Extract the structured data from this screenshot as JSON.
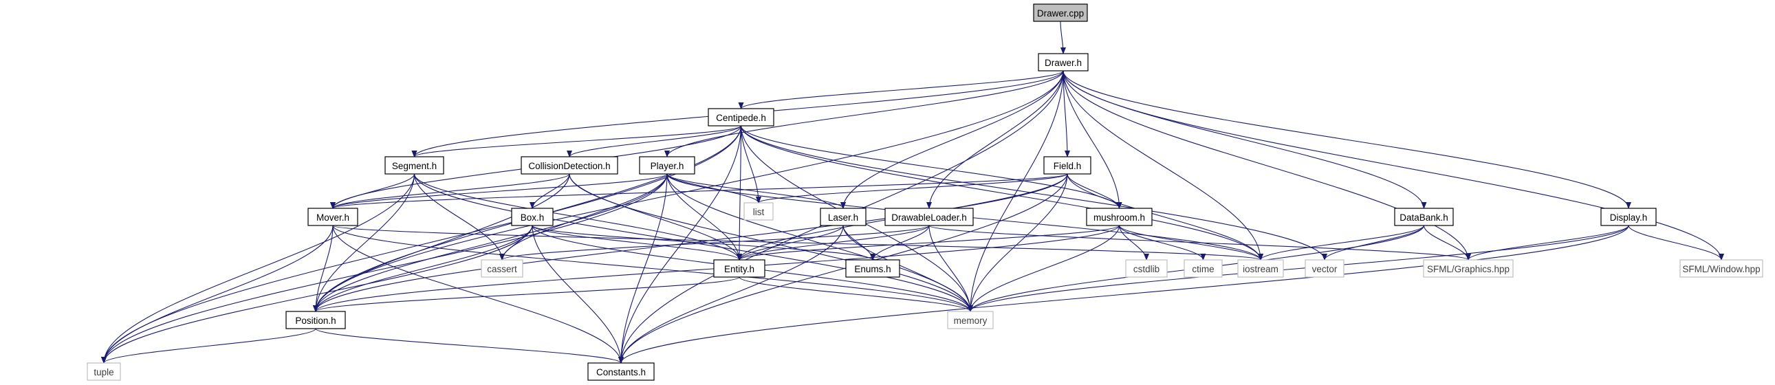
{
  "diagram": {
    "title": "",
    "edge_color": "#1a1a6e",
    "focus_fill": "#bfbfbf",
    "system_border": "#bfbfbf",
    "nodes": [
      {
        "id": "drawer_cpp",
        "label": "Drawer.cpp",
        "kind": "focus"
      },
      {
        "id": "drawer_h",
        "label": "Drawer.h",
        "kind": "local"
      },
      {
        "id": "centipede_h",
        "label": "Centipede.h",
        "kind": "local"
      },
      {
        "id": "segment_h",
        "label": "Segment.h",
        "kind": "local"
      },
      {
        "id": "collision_h",
        "label": "CollisionDetection.h",
        "kind": "local"
      },
      {
        "id": "player_h",
        "label": "Player.h",
        "kind": "local"
      },
      {
        "id": "field_h",
        "label": "Field.h",
        "kind": "local"
      },
      {
        "id": "mover_h",
        "label": "Mover.h",
        "kind": "local"
      },
      {
        "id": "box_h",
        "label": "Box.h",
        "kind": "local"
      },
      {
        "id": "laser_h",
        "label": "Laser.h",
        "kind": "local"
      },
      {
        "id": "drawableloader_h",
        "label": "DrawableLoader.h",
        "kind": "local"
      },
      {
        "id": "mushroom_h",
        "label": "mushroom.h",
        "kind": "local"
      },
      {
        "id": "databank_h",
        "label": "DataBank.h",
        "kind": "local"
      },
      {
        "id": "display_h",
        "label": "Display.h",
        "kind": "local"
      },
      {
        "id": "list",
        "label": "list",
        "kind": "system"
      },
      {
        "id": "cassert",
        "label": "cassert",
        "kind": "system"
      },
      {
        "id": "entity_h",
        "label": "Entity.h",
        "kind": "local"
      },
      {
        "id": "enums_h",
        "label": "Enums.h",
        "kind": "local"
      },
      {
        "id": "cstdlib",
        "label": "cstdlib",
        "kind": "system"
      },
      {
        "id": "ctime",
        "label": "ctime",
        "kind": "system"
      },
      {
        "id": "iostream",
        "label": "iostream",
        "kind": "system"
      },
      {
        "id": "vector",
        "label": "vector",
        "kind": "system"
      },
      {
        "id": "sfml_graphics",
        "label": "SFML/Graphics.hpp",
        "kind": "system"
      },
      {
        "id": "sfml_window",
        "label": "SFML/Window.hpp",
        "kind": "system"
      },
      {
        "id": "position_h",
        "label": "Position.h",
        "kind": "local"
      },
      {
        "id": "memory",
        "label": "memory",
        "kind": "system"
      },
      {
        "id": "tuple",
        "label": "tuple",
        "kind": "system"
      },
      {
        "id": "constants_h",
        "label": "Constants.h",
        "kind": "local"
      }
    ],
    "edges": [
      [
        "drawer_cpp",
        "drawer_h"
      ],
      [
        "drawer_h",
        "centipede_h"
      ],
      [
        "drawer_h",
        "segment_h"
      ],
      [
        "drawer_h",
        "player_h"
      ],
      [
        "drawer_h",
        "field_h"
      ],
      [
        "drawer_h",
        "laser_h"
      ],
      [
        "drawer_h",
        "drawableloader_h"
      ],
      [
        "drawer_h",
        "mushroom_h"
      ],
      [
        "drawer_h",
        "databank_h"
      ],
      [
        "drawer_h",
        "display_h"
      ],
      [
        "drawer_h",
        "iostream"
      ],
      [
        "drawer_h",
        "sfml_graphics"
      ],
      [
        "drawer_h",
        "sfml_window"
      ],
      [
        "drawer_h",
        "position_h"
      ],
      [
        "drawer_h",
        "memory"
      ],
      [
        "drawer_h",
        "constants_h"
      ],
      [
        "centipede_h",
        "segment_h"
      ],
      [
        "centipede_h",
        "collision_h"
      ],
      [
        "centipede_h",
        "mover_h"
      ],
      [
        "centipede_h",
        "list"
      ],
      [
        "centipede_h",
        "entity_h"
      ],
      [
        "centipede_h",
        "mushroom_h"
      ],
      [
        "centipede_h",
        "iostream"
      ],
      [
        "centipede_h",
        "vector"
      ],
      [
        "centipede_h",
        "memory"
      ],
      [
        "centipede_h",
        "position_h"
      ],
      [
        "centipede_h",
        "tuple"
      ],
      [
        "centipede_h",
        "constants_h"
      ],
      [
        "segment_h",
        "mover_h"
      ],
      [
        "segment_h",
        "cassert"
      ],
      [
        "segment_h",
        "entity_h"
      ],
      [
        "segment_h",
        "tuple"
      ],
      [
        "segment_h",
        "position_h"
      ],
      [
        "segment_h",
        "memory"
      ],
      [
        "collision_h",
        "box_h"
      ],
      [
        "collision_h",
        "mover_h"
      ],
      [
        "collision_h",
        "entity_h"
      ],
      [
        "collision_h",
        "memory"
      ],
      [
        "collision_h",
        "position_h"
      ],
      [
        "player_h",
        "mover_h"
      ],
      [
        "player_h",
        "laser_h"
      ],
      [
        "player_h",
        "list"
      ],
      [
        "player_h",
        "entity_h"
      ],
      [
        "player_h",
        "iostream"
      ],
      [
        "player_h",
        "memory"
      ],
      [
        "player_h",
        "constants_h"
      ],
      [
        "player_h",
        "tuple"
      ],
      [
        "player_h",
        "cassert"
      ],
      [
        "player_h",
        "position_h"
      ],
      [
        "field_h",
        "mushroom_h"
      ],
      [
        "field_h",
        "list"
      ],
      [
        "field_h",
        "entity_h"
      ],
      [
        "field_h",
        "iostream"
      ],
      [
        "field_h",
        "memory"
      ],
      [
        "field_h",
        "mover_h"
      ],
      [
        "field_h",
        "position_h"
      ],
      [
        "field_h",
        "constants_h"
      ],
      [
        "mover_h",
        "position_h"
      ],
      [
        "mover_h",
        "tuple"
      ],
      [
        "mover_h",
        "memory"
      ],
      [
        "mover_h",
        "constants_h"
      ],
      [
        "mover_h",
        "iostream"
      ],
      [
        "box_h",
        "cassert"
      ],
      [
        "box_h",
        "entity_h"
      ],
      [
        "box_h",
        "enums_h"
      ],
      [
        "box_h",
        "memory"
      ],
      [
        "box_h",
        "position_h"
      ],
      [
        "box_h",
        "constants_h"
      ],
      [
        "box_h",
        "tuple"
      ],
      [
        "laser_h",
        "entity_h"
      ],
      [
        "laser_h",
        "enums_h"
      ],
      [
        "laser_h",
        "memory"
      ],
      [
        "laser_h",
        "constants_h"
      ],
      [
        "drawableloader_h",
        "entity_h"
      ],
      [
        "drawableloader_h",
        "enums_h"
      ],
      [
        "drawableloader_h",
        "memory"
      ],
      [
        "drawableloader_h",
        "sfml_graphics"
      ],
      [
        "drawableloader_h",
        "cassert"
      ],
      [
        "mushroom_h",
        "entity_h"
      ],
      [
        "mushroom_h",
        "cstdlib"
      ],
      [
        "mushroom_h",
        "ctime"
      ],
      [
        "mushroom_h",
        "iostream"
      ],
      [
        "mushroom_h",
        "memory"
      ],
      [
        "mushroom_h",
        "position_h"
      ],
      [
        "databank_h",
        "iostream"
      ],
      [
        "databank_h",
        "vector"
      ],
      [
        "databank_h",
        "sfml_graphics"
      ],
      [
        "databank_h",
        "memory"
      ],
      [
        "display_h",
        "sfml_graphics"
      ],
      [
        "display_h",
        "sfml_window"
      ],
      [
        "display_h",
        "memory"
      ],
      [
        "display_h",
        "constants_h"
      ],
      [
        "entity_h",
        "position_h"
      ],
      [
        "entity_h",
        "memory"
      ],
      [
        "position_h",
        "tuple"
      ],
      [
        "position_h",
        "constants_h"
      ]
    ]
  }
}
